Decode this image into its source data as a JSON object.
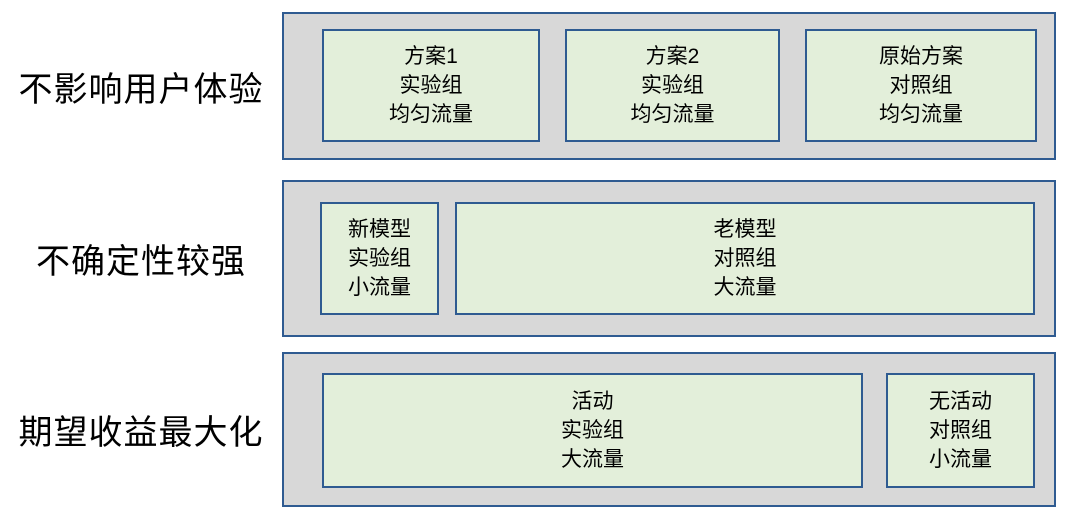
{
  "diagram": {
    "title_semantic": "traffic-split-experiment-schemes",
    "colors": {
      "container_fill": "#d8d8d8",
      "box_fill": "#e3efda",
      "border": "#2f5b91",
      "text": "#000000",
      "background": "#ffffff"
    },
    "rows": [
      {
        "label": "不影响用户体验",
        "boxes": [
          {
            "lines": [
              "方案1",
              "实验组",
              "均匀流量"
            ]
          },
          {
            "lines": [
              "方案2",
              "实验组",
              "均匀流量"
            ]
          },
          {
            "lines": [
              "原始方案",
              "对照组",
              "均匀流量"
            ]
          }
        ]
      },
      {
        "label": "不确定性较强",
        "boxes": [
          {
            "lines": [
              "新模型",
              "实验组",
              "小流量"
            ]
          },
          {
            "lines": [
              "老模型",
              "对照组",
              "大流量"
            ]
          }
        ]
      },
      {
        "label": "期望收益最大化",
        "boxes": [
          {
            "lines": [
              "活动",
              "实验组",
              "大流量"
            ]
          },
          {
            "lines": [
              "无活动",
              "对照组",
              "小流量"
            ]
          }
        ]
      }
    ]
  }
}
